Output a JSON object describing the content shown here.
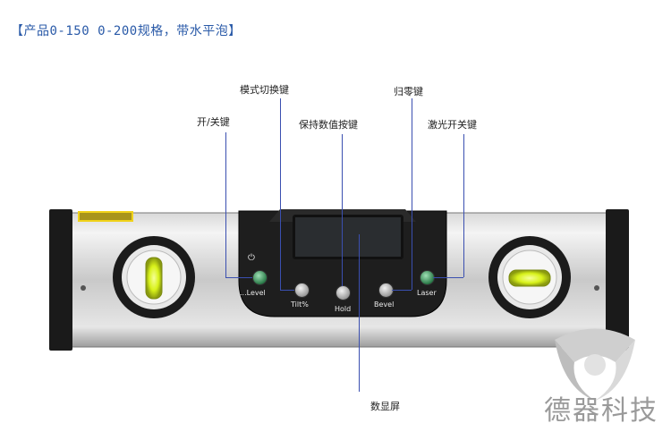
{
  "header": {
    "title": "【产品0-150 0-200规格，带水平泡】"
  },
  "callouts": {
    "power": "开/关键",
    "mode": "模式切换键",
    "hold": "保持数值按键",
    "zero": "归零键",
    "laser": "激光开关键",
    "display": "数显屏"
  },
  "buttons": {
    "level": "...Level",
    "tilt": "Tilt%",
    "hold": "Hold",
    "bevel": "Bevel",
    "laser": "Laser"
  },
  "watermark": {
    "text": "德器科技"
  },
  "colors": {
    "header": "#2a5aa8",
    "leader_line": "#3a4fb0",
    "vial_fluid": "#d8f21a"
  }
}
